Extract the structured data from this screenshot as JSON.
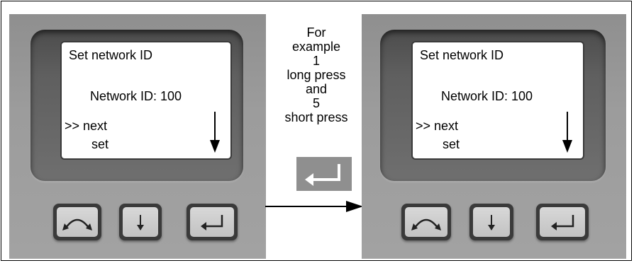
{
  "screen": {
    "title": "Set network ID",
    "network_id_text": "Network ID: 100",
    "menu_next": ">> next",
    "menu_set": "set"
  },
  "instruction": {
    "lines": [
      "For",
      "example",
      "1",
      "long press",
      "and",
      "5",
      "short press"
    ]
  },
  "buttons": {
    "icons": [
      "curved-double-arrow-icon",
      "down-arrow-icon",
      "enter-icon"
    ]
  },
  "colors": {
    "device_body": "#9a9a9a",
    "bezel": "#5a5a5a",
    "screen": "#ffffff",
    "key_face": "#cfcfcf"
  }
}
